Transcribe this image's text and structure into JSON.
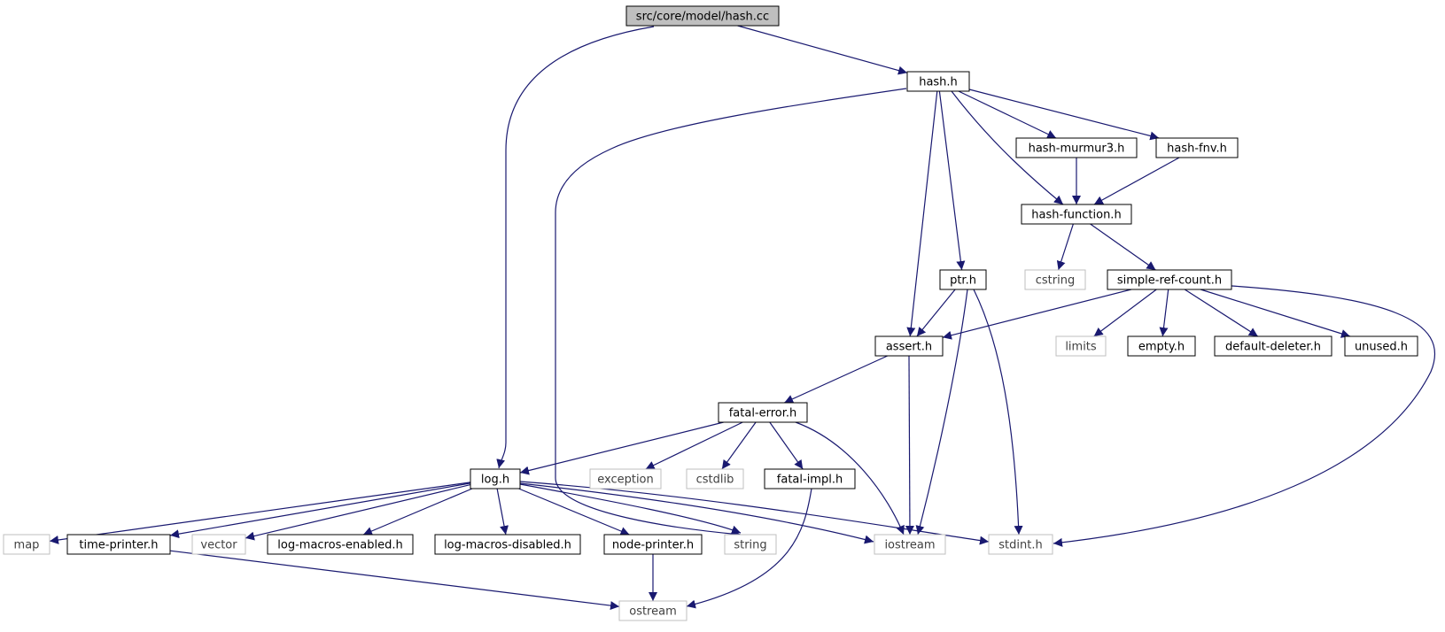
{
  "diagram": {
    "nodes": [
      {
        "id": "hash_cc",
        "label": "src/core/model/hash.cc",
        "style": "root"
      },
      {
        "id": "hash_h",
        "label": "hash.h",
        "style": "file"
      },
      {
        "id": "log_h",
        "label": "log.h",
        "style": "file"
      },
      {
        "id": "murmur",
        "label": "hash-murmur3.h",
        "style": "file"
      },
      {
        "id": "fnv",
        "label": "hash-fnv.h",
        "style": "file"
      },
      {
        "id": "hashfn",
        "label": "hash-function.h",
        "style": "file"
      },
      {
        "id": "cstring",
        "label": "cstring",
        "style": "system"
      },
      {
        "id": "srcount",
        "label": "simple-ref-count.h",
        "style": "file"
      },
      {
        "id": "ptr_h",
        "label": "ptr.h",
        "style": "file"
      },
      {
        "id": "assert_h",
        "label": "assert.h",
        "style": "file"
      },
      {
        "id": "limits",
        "label": "limits",
        "style": "system"
      },
      {
        "id": "empty_h",
        "label": "empty.h",
        "style": "file"
      },
      {
        "id": "defdel",
        "label": "default-deleter.h",
        "style": "file"
      },
      {
        "id": "unused_h",
        "label": "unused.h",
        "style": "file"
      },
      {
        "id": "fatalerr",
        "label": "fatal-error.h",
        "style": "file"
      },
      {
        "id": "exception",
        "label": "exception",
        "style": "system"
      },
      {
        "id": "cstdlib",
        "label": "cstdlib",
        "style": "system"
      },
      {
        "id": "fatalimpl",
        "label": "fatal-impl.h",
        "style": "file"
      },
      {
        "id": "map",
        "label": "map",
        "style": "system"
      },
      {
        "id": "timeprinter",
        "label": "time-printer.h",
        "style": "file"
      },
      {
        "id": "vector",
        "label": "vector",
        "style": "system"
      },
      {
        "id": "logen",
        "label": "log-macros-enabled.h",
        "style": "file"
      },
      {
        "id": "logdis",
        "label": "log-macros-disabled.h",
        "style": "file"
      },
      {
        "id": "nodeprinter",
        "label": "node-printer.h",
        "style": "file"
      },
      {
        "id": "string",
        "label": "string",
        "style": "system"
      },
      {
        "id": "iostream",
        "label": "iostream",
        "style": "system"
      },
      {
        "id": "stdint",
        "label": "stdint.h",
        "style": "system"
      },
      {
        "id": "ostream",
        "label": "ostream",
        "style": "system"
      }
    ],
    "edges": [
      [
        "hash_cc",
        "hash_h"
      ],
      [
        "hash_cc",
        "log_h"
      ],
      [
        "hash_h",
        "murmur"
      ],
      [
        "hash_h",
        "fnv"
      ],
      [
        "hash_h",
        "hashfn"
      ],
      [
        "hash_h",
        "ptr_h"
      ],
      [
        "hash_h",
        "assert_h"
      ],
      [
        "hash_h",
        "string"
      ],
      [
        "murmur",
        "hashfn"
      ],
      [
        "fnv",
        "hashfn"
      ],
      [
        "hashfn",
        "cstring"
      ],
      [
        "hashfn",
        "srcount"
      ],
      [
        "srcount",
        "assert_h"
      ],
      [
        "srcount",
        "limits"
      ],
      [
        "srcount",
        "empty_h"
      ],
      [
        "srcount",
        "defdel"
      ],
      [
        "srcount",
        "unused_h"
      ],
      [
        "srcount",
        "stdint"
      ],
      [
        "ptr_h",
        "assert_h"
      ],
      [
        "ptr_h",
        "iostream"
      ],
      [
        "ptr_h",
        "stdint"
      ],
      [
        "assert_h",
        "fatalerr"
      ],
      [
        "assert_h",
        "iostream"
      ],
      [
        "fatalerr",
        "log_h"
      ],
      [
        "fatalerr",
        "exception"
      ],
      [
        "fatalerr",
        "cstdlib"
      ],
      [
        "fatalerr",
        "fatalimpl"
      ],
      [
        "fatalerr",
        "iostream"
      ],
      [
        "fatalimpl",
        "ostream"
      ],
      [
        "log_h",
        "map"
      ],
      [
        "log_h",
        "timeprinter"
      ],
      [
        "log_h",
        "vector"
      ],
      [
        "log_h",
        "logen"
      ],
      [
        "log_h",
        "logdis"
      ],
      [
        "log_h",
        "nodeprinter"
      ],
      [
        "log_h",
        "string"
      ],
      [
        "log_h",
        "iostream"
      ],
      [
        "log_h",
        "stdint"
      ],
      [
        "timeprinter",
        "ostream"
      ],
      [
        "nodeprinter",
        "ostream"
      ]
    ],
    "colors": {
      "edge": "#191970",
      "file_border": "#000000",
      "system_border": "#bfbfbf",
      "system_text": "#404040",
      "root_fill": "#bfbfbf"
    }
  }
}
